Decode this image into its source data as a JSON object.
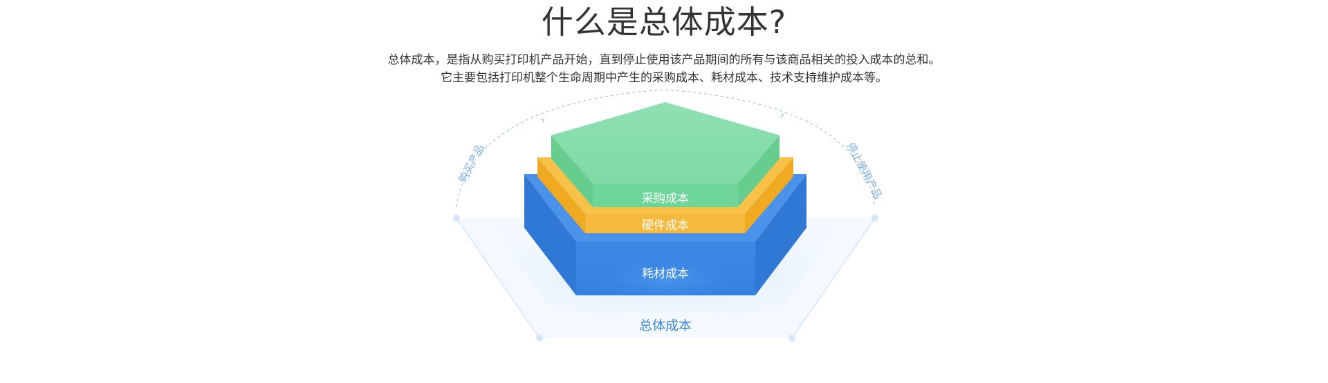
{
  "title": "什么是总体成本?",
  "description": [
    "总体成本，是指从购买打印机产品开始，直到停止使用该产品期间的所有与该商品相关的投入成本的总和。",
    "它主要包括打印机整个生命周期中产生的采购成本、耗材成本、技术支持维护成本等。"
  ],
  "diagram": {
    "layers": {
      "top": "采购成本",
      "middle": "硬件成本",
      "bottom": "耗材成本"
    },
    "base_label": "总体成本",
    "arc_left_label": "购买产品",
    "arc_right_label": "停止使用产品",
    "colors": {
      "green": "#6fd69a",
      "yellow": "#f6b93b",
      "blue": "#3a86e4",
      "base": "#e9f3fd",
      "label_blue": "#3c86d8"
    }
  }
}
